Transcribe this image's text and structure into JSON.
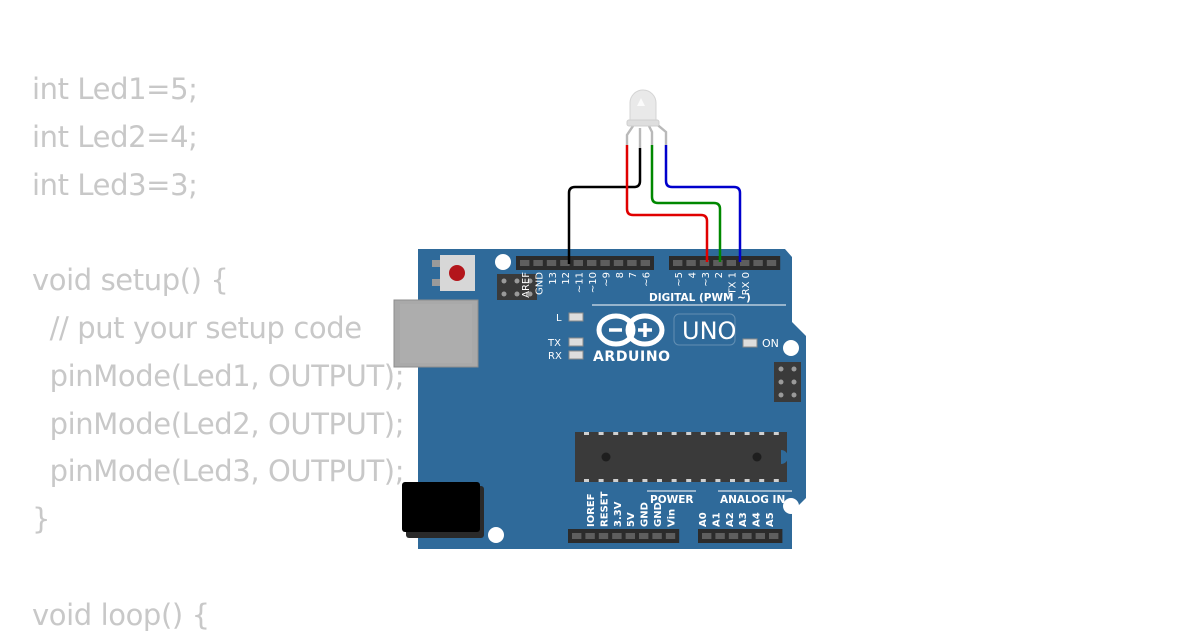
{
  "code_lines": [
    "int Led1=5;",
    "int Led2=4;",
    "int Led3=3;",
    "",
    "void setup() {",
    "  // put your setup code",
    "  pinMode(Led1, OUTPUT);",
    "  pinMode(Led2, OUTPUT);",
    "  pinMode(Led3, OUTPUT);",
    "}",
    "",
    "void loop() {"
  ],
  "board": {
    "logo_text": "ARDUINO",
    "model": "UNO",
    "on_label": "ON",
    "l_label": "L",
    "tx_label": "TX",
    "rx_label": "RX",
    "digital_label": "DIGITAL (PWM ~)",
    "power_label": "POWER",
    "analog_label": "ANALOG IN",
    "top_pins": [
      "AREF",
      "GND",
      "13",
      "12",
      "~11",
      "~10",
      "~9",
      "8",
      "7",
      "~6",
      "~5",
      "4",
      "~3",
      "2",
      "TX 1",
      "RX 0"
    ],
    "power_pins": [
      "IOREF",
      "RESET",
      "3.3V",
      "5V",
      "GND",
      "GND",
      "Vin"
    ],
    "analog_pins": [
      "A0",
      "A1",
      "A2",
      "A3",
      "A4",
      "A5"
    ]
  },
  "colors": {
    "board": "#2f6a9a",
    "code_text": "#c8c8c8",
    "wire_gnd": "#000000",
    "wire_red": "#e00000",
    "wire_green": "#008800",
    "wire_blue": "#0000cc"
  }
}
